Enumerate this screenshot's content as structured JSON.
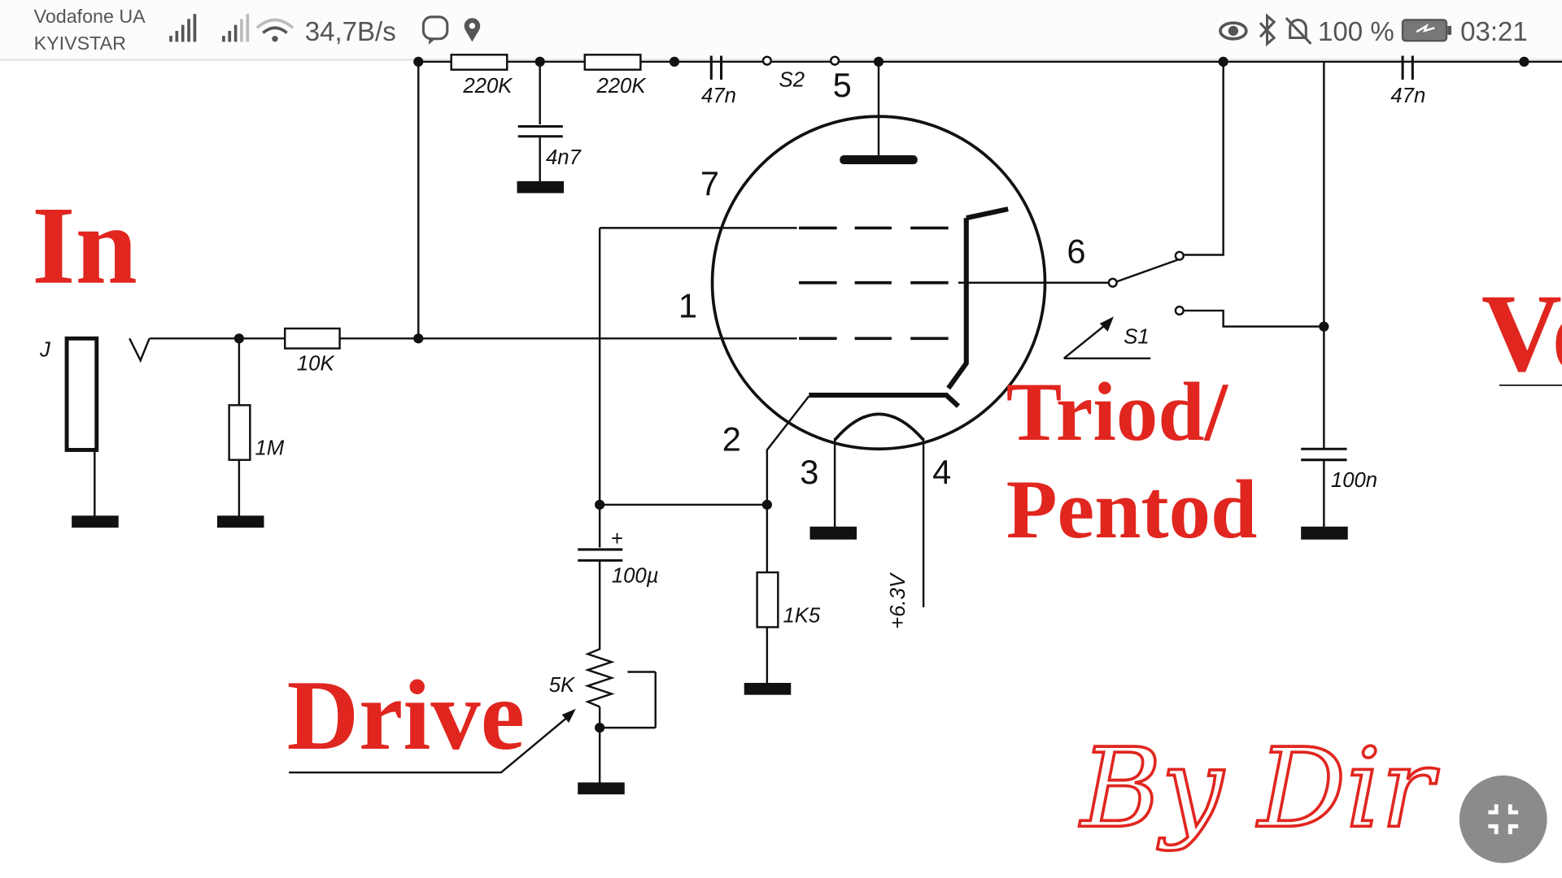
{
  "status_bar": {
    "carrier_1": "Vodafone UA",
    "carrier_2": "KYIVSTAR",
    "net_speed": "34,7B/s",
    "battery": "100 %",
    "time": "03:21",
    "icons": [
      "signal-icon",
      "signal-icon",
      "wifi-icon",
      "viber-icon",
      "location-icon",
      "eye-icon",
      "bluetooth-icon",
      "mute-bell-icon",
      "battery-charging-icon"
    ]
  },
  "schematic": {
    "components": {
      "r_220k_1": "220K",
      "r_220k_2": "220K",
      "c_47n_1": "47n",
      "switch_s2": "S2",
      "c_47n_2": "47n",
      "c_4n7": "4n7",
      "r_10k": "10K",
      "r_1m": "1M",
      "jack": "J",
      "switch_s1": "S1",
      "c_100n": "100n",
      "c_100u": "100µ",
      "plus": "+",
      "pot_5k": "5K",
      "r_1k5": "1K5",
      "heater": "+6.3V"
    },
    "pins": {
      "p1": "1",
      "p2": "2",
      "p3": "3",
      "p4": "4",
      "p5": "5",
      "p6": "6",
      "p7": "7"
    },
    "titles": {
      "in": "In",
      "vol": "Vo",
      "mode_1": "Triod/",
      "mode_2": "Pentod",
      "drive": "Drive",
      "signature": "By Dir"
    }
  },
  "colors": {
    "accent": "#e0261f"
  }
}
